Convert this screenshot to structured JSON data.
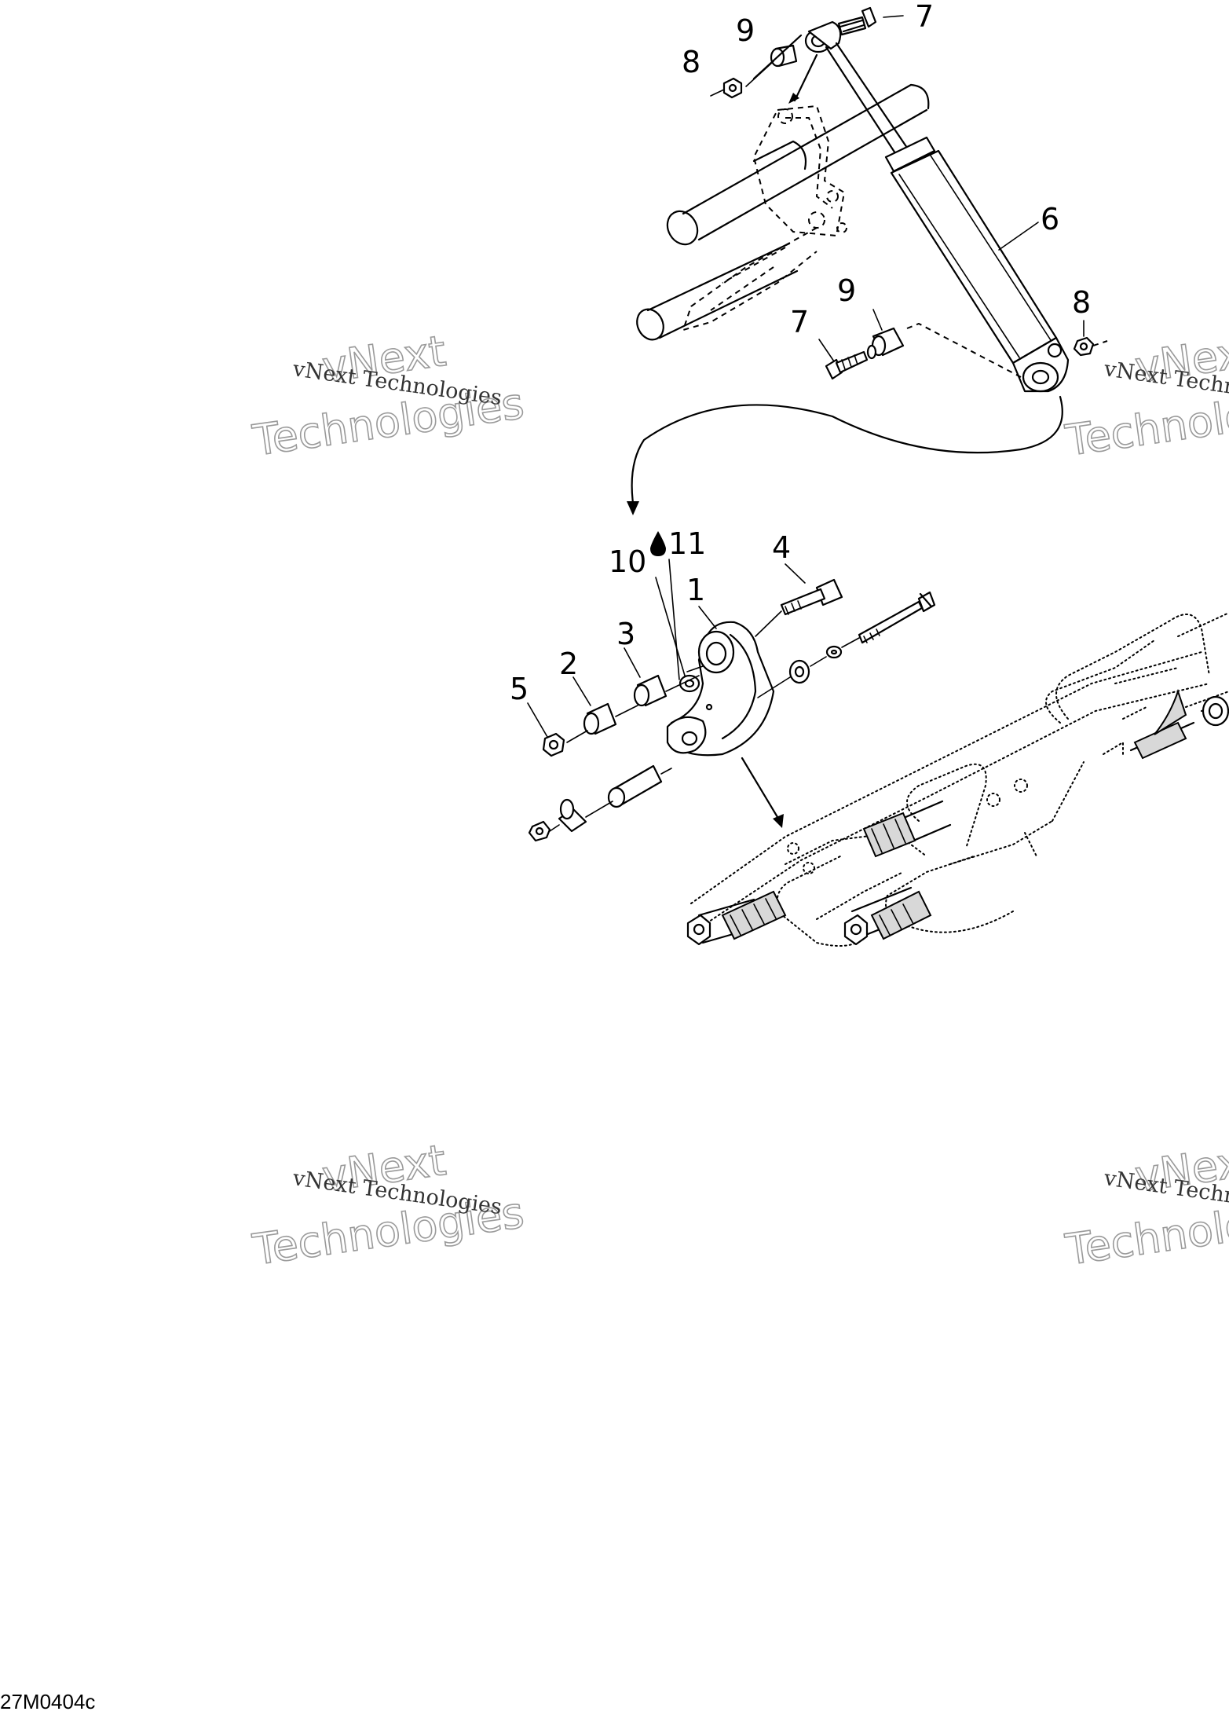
{
  "figure_id": "27M0404c",
  "watermark": {
    "text": "vNext Technologies",
    "outline_top": "vNext",
    "outline_bottom": "Technologies"
  },
  "parts": [
    {
      "number": "1"
    },
    {
      "number": "2"
    },
    {
      "number": "3"
    },
    {
      "number": "4"
    },
    {
      "number": "5"
    },
    {
      "number": "6"
    },
    {
      "number": "7"
    },
    {
      "number": "8"
    },
    {
      "number": "9"
    },
    {
      "number": "10"
    },
    {
      "number": "11",
      "icon": "oil-drop-icon"
    }
  ]
}
